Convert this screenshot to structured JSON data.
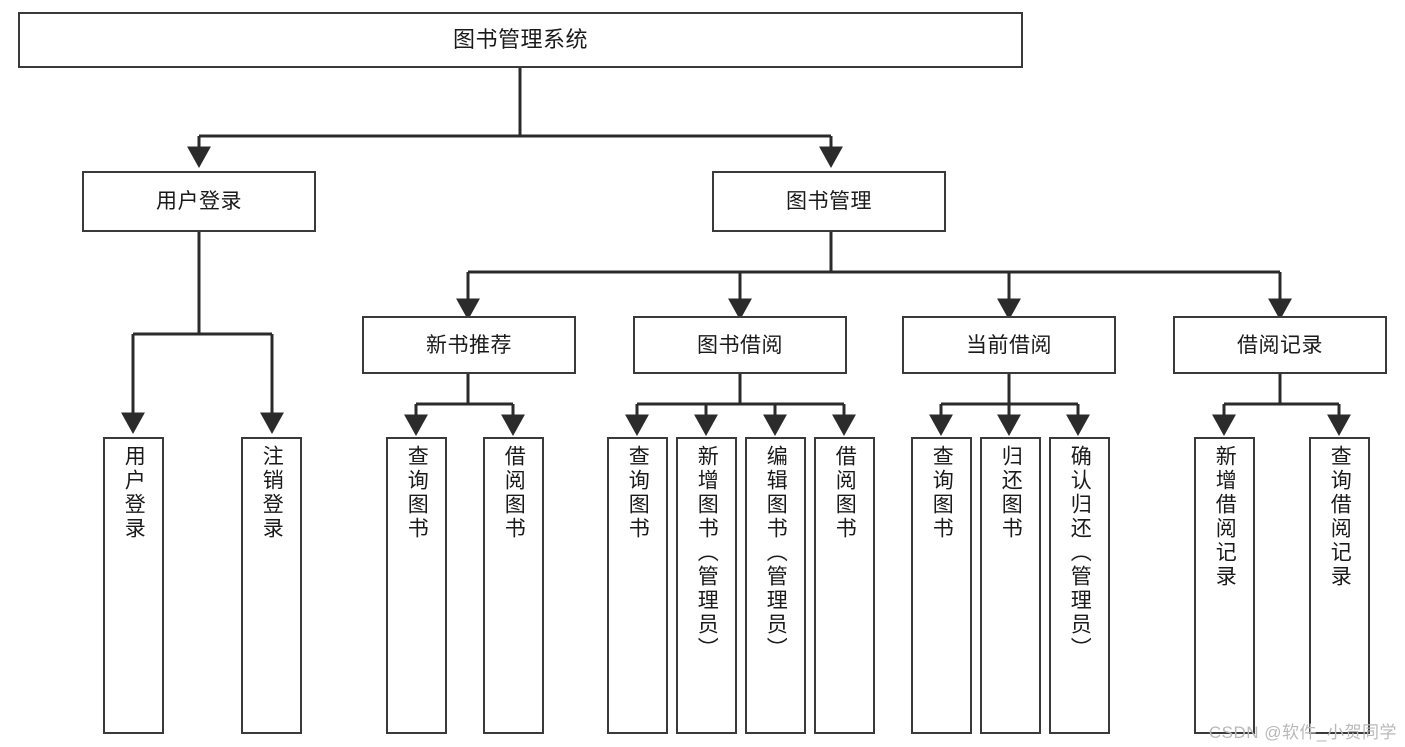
{
  "diagram": {
    "title": "图书管理系统",
    "type": "tree",
    "orientation": "top-down",
    "colors": {
      "box_border": "#3a3a3a",
      "box_fill": "#ffffff",
      "edge": "#2b2b2b",
      "text": "#1a1a1a",
      "watermark": "#b9b9b9",
      "background": "#ffffff"
    },
    "root": {
      "id": "root",
      "label": "图书管理系统"
    },
    "level2": [
      {
        "id": "n-user-login",
        "label": "用户登录"
      },
      {
        "id": "n-book-manage",
        "label": "图书管理"
      }
    ],
    "level3": [
      {
        "id": "n-new-book-rec",
        "label": "新书推荐",
        "parent": "n-book-manage"
      },
      {
        "id": "n-book-borrow",
        "label": "图书借阅",
        "parent": "n-book-manage"
      },
      {
        "id": "n-current-borrow",
        "label": "当前借阅",
        "parent": "n-book-manage"
      },
      {
        "id": "n-borrow-record",
        "label": "借阅记录",
        "parent": "n-book-manage"
      }
    ],
    "leaves": [
      {
        "id": "leaf-user-login",
        "label": "用户登录",
        "parent": "n-user-login"
      },
      {
        "id": "leaf-logout-login",
        "label": "注销登录",
        "parent": "n-user-login"
      },
      {
        "id": "leaf-query-book-1",
        "label": "查询图书",
        "parent": "n-new-book-rec"
      },
      {
        "id": "leaf-borrow-book-1",
        "label": "借阅图书",
        "parent": "n-new-book-rec"
      },
      {
        "id": "leaf-query-book-2",
        "label": "查询图书",
        "parent": "n-book-borrow"
      },
      {
        "id": "leaf-add-book",
        "label": "新增图书（管理员）",
        "parent": "n-book-borrow"
      },
      {
        "id": "leaf-edit-book",
        "label": "编辑图书（管理员）",
        "parent": "n-book-borrow"
      },
      {
        "id": "leaf-borrow-book-2",
        "label": "借阅图书",
        "parent": "n-book-borrow"
      },
      {
        "id": "leaf-query-book-3",
        "label": "查询图书",
        "parent": "n-current-borrow"
      },
      {
        "id": "leaf-return-book",
        "label": "归还图书",
        "parent": "n-current-borrow"
      },
      {
        "id": "leaf-confirm-return",
        "label": "确认归还（管理员）",
        "parent": "n-current-borrow"
      },
      {
        "id": "leaf-add-record",
        "label": "新增借阅记录",
        "parent": "n-borrow-record"
      },
      {
        "id": "leaf-query-record",
        "label": "查询借阅记录",
        "parent": "n-borrow-record"
      }
    ]
  },
  "watermark": {
    "text": "CSDN @软件_小贺同学"
  }
}
